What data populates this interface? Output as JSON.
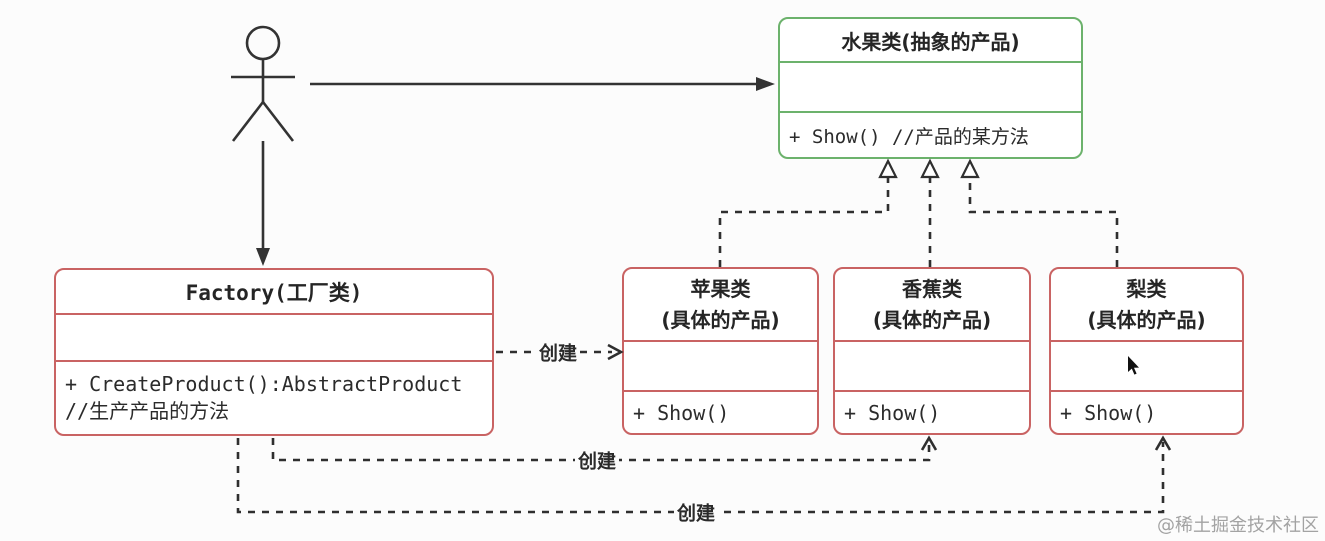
{
  "diagram": {
    "abstract_product": {
      "title": "水果类(抽象的产品)",
      "method": "+ Show() //产品的某方法",
      "border_color": "#6cb26c"
    },
    "factory": {
      "title": "Factory(工厂类)",
      "method_signature": "+ CreateProduct():AbstractProduct",
      "method_comment": "//生产产品的方法",
      "border_color": "#c96363"
    },
    "products": [
      {
        "title_line1": "苹果类",
        "title_line2": "(具体的产品)",
        "method": "+ Show()"
      },
      {
        "title_line1": "香蕉类",
        "title_line2": "(具体的产品)",
        "method": "+ Show()"
      },
      {
        "title_line1": "梨类",
        "title_line2": "(具体的产品)",
        "method": "+ Show()"
      }
    ],
    "edge_labels": {
      "factory_to_apple": "创建",
      "factory_to_banana": "创建",
      "factory_to_pear": "创建"
    },
    "watermark": "@稀土掘金技术社区",
    "colors": {
      "red_border": "#c96363",
      "green_border": "#6cb26c",
      "line": "#333333",
      "watermark": "#a3a3a3"
    }
  }
}
